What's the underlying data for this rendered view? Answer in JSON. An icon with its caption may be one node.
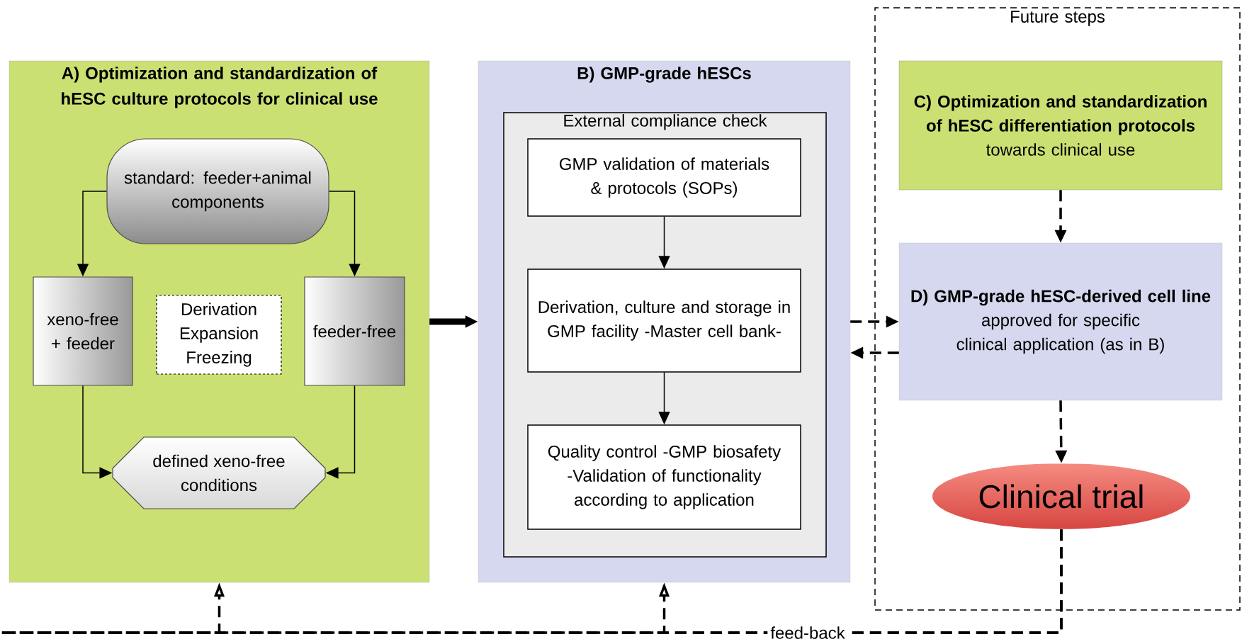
{
  "diagram": {
    "nodes": [
      {
        "text": [
          "A) Optimization and standardization of hESC culture protocols for clinical use"
        ]
      },
      {
        "text": [
          "standard: feeder+animal components"
        ],
        "in": 0
      },
      {
        "text": [
          "xeno-free + feeder"
        ],
        "in": 0
      },
      {
        "text": [
          "Derivation Expansion Freezing"
        ],
        "in": 0
      },
      {
        "text": [
          "feeder-free"
        ],
        "in": 0
      },
      {
        "text": [
          "defined xeno-free conditions"
        ],
        "in": 0
      },
      {
        "text": [
          "B) GMP-grade hESCs"
        ]
      },
      {
        "text": [
          "External compliance check"
        ],
        "in": 6
      },
      {
        "text": [
          "GMP validation of materials & protocols (SOPs)"
        ],
        "in": 7
      },
      {
        "text": [
          "Derivation, culture and storage in GMP facility -Master cell bank-"
        ],
        "in": 7
      },
      {
        "text": [
          "Quality control -GMP biosafety -Validation of functionality according to application"
        ],
        "in": 7
      },
      {
        "text": [
          "Future steps"
        ]
      },
      {
        "text": [
          "C) Optimization and standardization of hESC differentiation protocols",
          "towards clinical use"
        ],
        "in": 11
      },
      {
        "text": [
          "D) GMP-grade hESC-derived cell line",
          "approved for specific clinical application (as in B)"
        ],
        "in": 11
      },
      {
        "text": [
          "Clinical trial"
        ],
        "in": 11
      }
    ],
    "edges": [
      {
        "from": 1,
        "to": 2,
        "arrow": "to"
      },
      {
        "from": 1,
        "to": 4,
        "arrow": "to"
      },
      {
        "from": 2,
        "to": 5,
        "arrow": "to"
      },
      {
        "from": 4,
        "to": 5,
        "arrow": "to"
      },
      {
        "from": 8,
        "to": 9,
        "arrow": "to"
      },
      {
        "from": 9,
        "to": 10,
        "arrow": "to"
      },
      {
        "from": 0,
        "to": 6,
        "arrow": "to",
        "style": "thick"
      },
      {
        "from": 6,
        "to": 13,
        "arrow": "to",
        "style": "dashed"
      },
      {
        "from": 13,
        "to": 6,
        "arrow": "to",
        "style": "dashed"
      },
      {
        "from": 12,
        "to": 13,
        "arrow": "to",
        "style": "dashed"
      },
      {
        "from": 13,
        "to": 14,
        "arrow": "to",
        "style": "dashed"
      },
      {
        "from": 14,
        "to": 0,
        "arrow": "to",
        "style": "dashed",
        "label": "feed-back"
      },
      {
        "from": 14,
        "to": 6,
        "arrow": "to",
        "style": "dashed"
      }
    ]
  }
}
